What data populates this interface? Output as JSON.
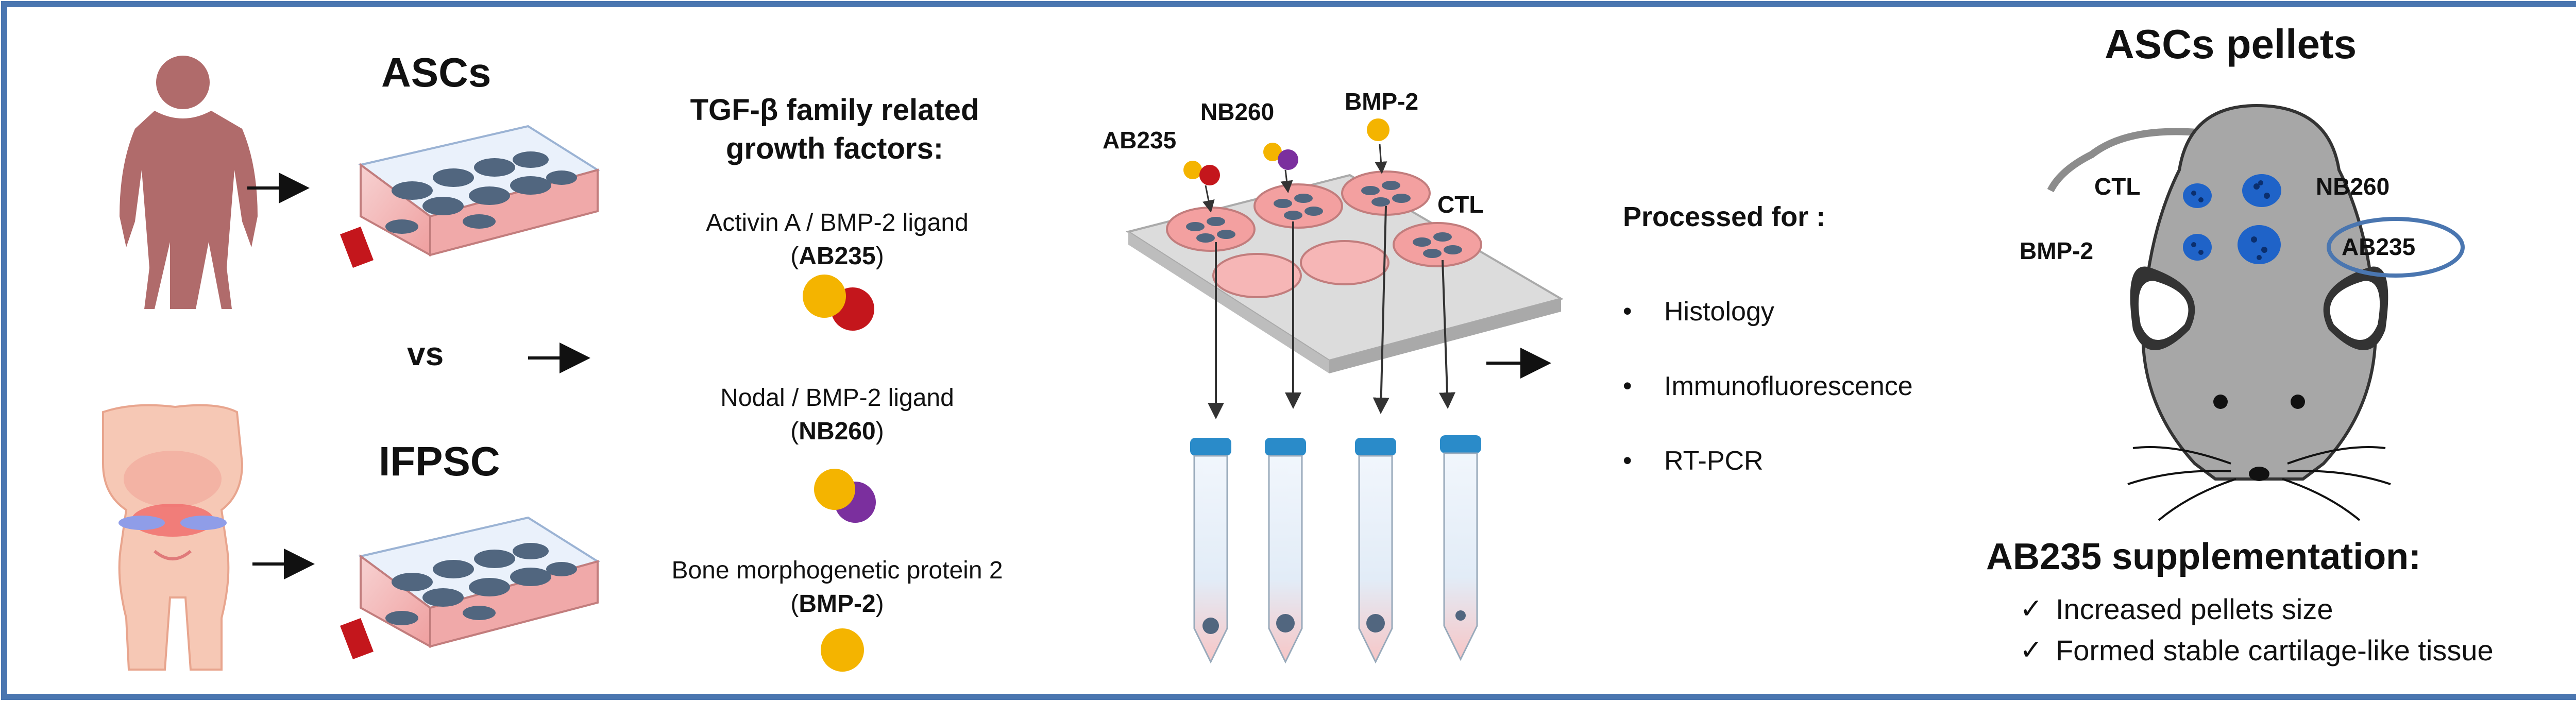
{
  "cells": {
    "asc_label": "ASCs",
    "vs_label": "vs",
    "ifpsc_label": "IFPSC"
  },
  "growth_factors": {
    "title_line1": "TGF-β  family related",
    "title_line2": "growth factors:",
    "items": [
      {
        "name_line": "Activin A / BMP-2 ligand",
        "code_open": "(",
        "code": "AB235",
        "code_close": ")"
      },
      {
        "name_line": "Nodal / BMP-2 ligand",
        "code_open": "(",
        "code": "NB260",
        "code_close": ")"
      },
      {
        "name_line": "Bone morphogenetic protein 2",
        "code_open": "(",
        "code": "BMP-2",
        "code_close": ")"
      }
    ]
  },
  "culture": {
    "labels": [
      "AB235",
      "NB260",
      "BMP-2",
      "CTL"
    ]
  },
  "processing": {
    "title": "Processed for :",
    "items": [
      "Histology",
      "Immunofluorescence",
      "RT-PCR"
    ],
    "bullet": "•"
  },
  "mouse": {
    "title": "ASCs pellets",
    "labels": {
      "ctl": "CTL",
      "nb260": "NB260",
      "bmp2": "BMP-2",
      "ab235": "AB235"
    }
  },
  "supplementation": {
    "title": "AB235 supplementation:",
    "check": "✓",
    "items": [
      "Increased pellets size",
      "Formed stable cartilage-like tissue"
    ]
  },
  "colors": {
    "frame": "#4a76b0",
    "yellow": "#f4b400",
    "red": "#c4161c",
    "purple": "#7b2f9e",
    "flask_pink": "#f4b7b7",
    "cell_blue": "#51667f",
    "mouse_gray": "#a7a7a7",
    "pellet_blue": "#1f63c8"
  }
}
